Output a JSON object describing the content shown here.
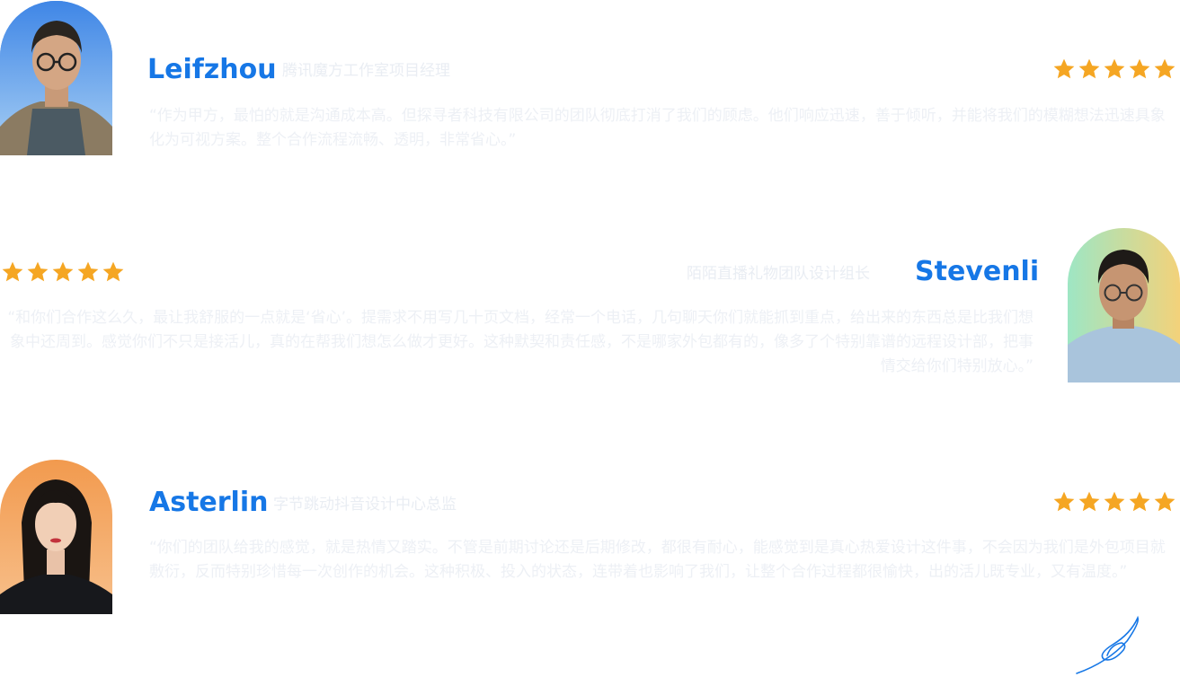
{
  "colors": {
    "accent": "#1677e6",
    "star": "#f5a623"
  },
  "testimonials": [
    {
      "name": "Leifzhou",
      "role": "腾讯魔方工作室项目经理",
      "quote": "“作为甲方，最怕的就是沟通成本高。但探寻者科技有限公司的团队彻底打消了我们的顾虑。他们响应迅速，善于倾听，并能将我们的模糊想法迅速具象化为可视方案。整个合作流程流畅、透明，非常省心。”",
      "rating": 5
    },
    {
      "name": "Stevenli",
      "role": "陌陌直播礼物团队设计组长",
      "quote": "“和你们合作这么久，最让我舒服的一点就是‘省心’。提需求不用写几十页文档，经常一个电话，几句聊天你们就能抓到重点，给出来的东西总是比我们想象中还周到。感觉你们不只是接活儿，真的在帮我们想怎么做才更好。这种默契和责任感，不是哪家外包都有的，像多了个特别靠谱的远程设计部，把事情交给你们特别放心。”",
      "rating": 5
    },
    {
      "name": "Asterlin",
      "role": "字节跳动抖音设计中心总监",
      "quote": "“你们的团队给我的感觉，就是热情又踏实。不管是前期讨论还是后期修改，都很有耐心，能感觉到是真心热爱设计这件事，不会因为我们是外包项目就敷衍，反而特别珍惜每一次创作的机会。这种积极、投入的状态，连带着也影响了我们，让整个合作过程都很愉快，出的活儿既专业，又有温度。”",
      "rating": 5
    }
  ]
}
